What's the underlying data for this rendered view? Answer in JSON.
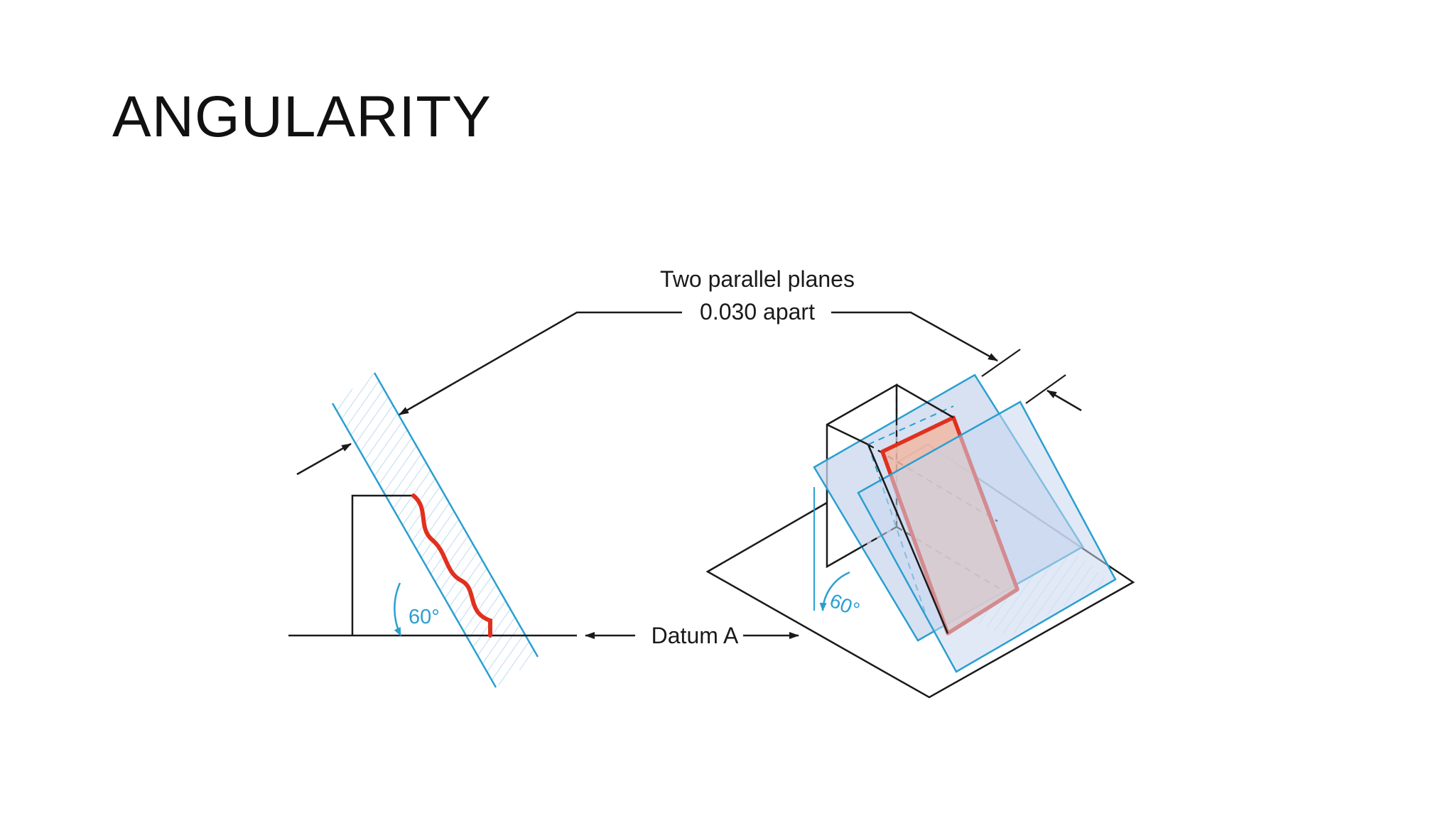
{
  "slide": {
    "title": "ANGULARITY"
  },
  "diagram": {
    "callout_line1": "Two parallel planes",
    "callout_line2": "0.030 apart",
    "datum_label": "Datum A",
    "angle_left": "60°",
    "angle_right": "60°",
    "colors": {
      "line": "#1a1a1a",
      "tolerance_blue": "#2a9fd0",
      "plane_fill": "#c9d7ee",
      "surface_red": "#e0301e",
      "surface_fill": "#f0b9a6",
      "angle_text": "#2a9fd0"
    }
  }
}
